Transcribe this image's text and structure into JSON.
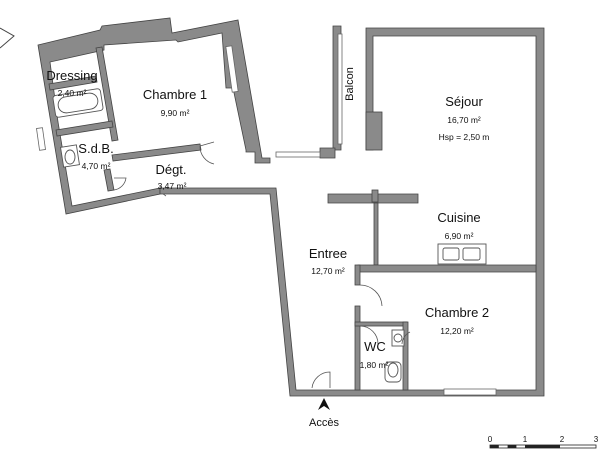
{
  "rooms": {
    "dressing": {
      "name": "Dressing",
      "area": "2,40 m²"
    },
    "sdb": {
      "name": "S.d.B.",
      "area": "4,70 m²"
    },
    "chambre1": {
      "name": "Chambre 1",
      "area": "9,90 m²"
    },
    "degt": {
      "name": "Dégt.",
      "area": "3,47 m²"
    },
    "balcon": {
      "name": "Balcon"
    },
    "sejour": {
      "name": "Séjour",
      "area": "16,70 m²",
      "hsp": "Hsp = 2,50 m"
    },
    "cuisine": {
      "name": "Cuisine",
      "area": "6,90 m²"
    },
    "entree": {
      "name": "Entree",
      "area": "12,70 m²"
    },
    "chambre2": {
      "name": "Chambre 2",
      "area": "12,20 m²"
    },
    "wc": {
      "name": "WC",
      "area": "1,80 m²"
    }
  },
  "access": {
    "label": "Accès"
  },
  "scale": {
    "ticks": [
      "0",
      "1",
      "2",
      "3"
    ]
  },
  "colors": {
    "wall": "#8a8a8a",
    "line": "#444444"
  }
}
